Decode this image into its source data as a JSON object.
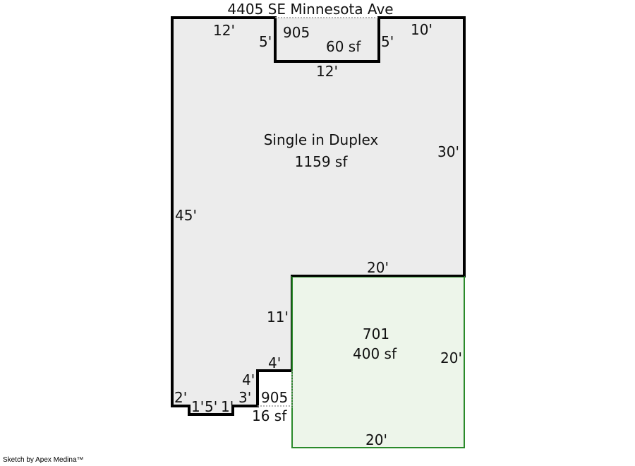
{
  "title": "4405 SE Minnesota Ave",
  "footer": "Sketch by Apex Medina™",
  "colors": {
    "main_fill": "#ececec",
    "main_stroke": "#000000",
    "garage_fill": "#edf5ea",
    "garage_stroke": "#2a8a2a"
  },
  "areas": {
    "main": {
      "name": "Single in Duplex",
      "size": "1159 sf"
    },
    "top_cutout": {
      "code": "905",
      "size": "60 sf"
    },
    "bottom_cutout": {
      "code": "905",
      "size": "16 sf"
    },
    "garage": {
      "code": "701",
      "size": "400 sf"
    }
  },
  "dimensions": {
    "top_left": "12'",
    "top_cut_left": "5'",
    "top_cut_right": "5'",
    "top_right": "10'",
    "top_cut_bottom": "12'",
    "right_main": "30'",
    "left_main": "45'",
    "main_bottom": "20'",
    "inner_left": "11'",
    "step_top": "4'",
    "step_side": "4'",
    "bottom_3": "3'",
    "bottom_2": "2'",
    "bottom_1a": "1'",
    "bottom_5": "5'",
    "bottom_1b": "1'",
    "garage_right": "20'",
    "garage_bottom": "20'"
  }
}
